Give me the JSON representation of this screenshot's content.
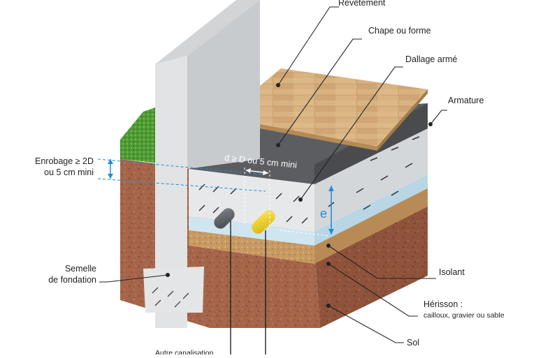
{
  "labels": {
    "revetement": "Revêtement",
    "chape": "Chape ou forme",
    "dallage": "Dallage armé",
    "armature": "Armature",
    "enrobage_line1": "Enrobage ≥ 2D",
    "enrobage_line2": "ou 5 cm mini",
    "distance": "d ≥ D ou 5 cm mini",
    "epaisseur": "e",
    "isolant": "Isolant",
    "semelle_line1": "Semelle",
    "semelle_line2": "de fondation",
    "herisson_line1": "Hérisson :",
    "herisson_line2": "cailloux, gravier ou sable",
    "sol": "Sol",
    "bottom_cut": "Autre canalisation"
  },
  "colors": {
    "wood": "#d6b07f",
    "chape": "#5c5d61",
    "concrete": "#e6e8ea",
    "insulation": "#cfe6f0",
    "gravel": "#c89a63",
    "soil": "#a5654a",
    "grass": "#4f9a35",
    "wall": "#e2e3e4",
    "dimension": "#1e8fd6",
    "pipe_grey": "#5e6266",
    "pipe_yellow": "#f0d31a"
  }
}
